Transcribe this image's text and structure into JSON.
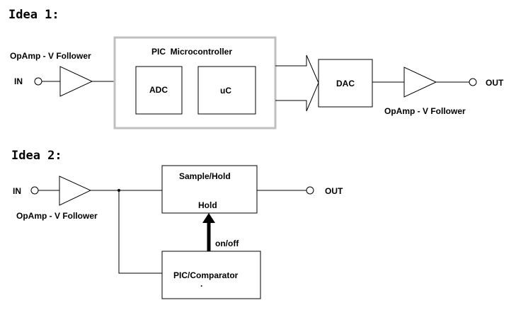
{
  "idea1": {
    "heading": "Idea 1:",
    "in_label": "IN",
    "out_label": "OUT",
    "opamp_in_label": "OpAmp - V Follower",
    "opamp_out_label": "OpAmp - V Follower",
    "pic_title": "PIC  Microcontroller",
    "adc_label": "ADC",
    "uc_label": "uC",
    "dac_label": "DAC"
  },
  "idea2": {
    "heading": "Idea 2:",
    "in_label": "IN",
    "out_label": "OUT",
    "opamp_label": "OpAmp - V Follower",
    "sample_hold_label": "Sample/Hold",
    "hold_label": "Hold",
    "control_label": "on/off",
    "comparator_label": "PIC/Comparator",
    "comparator_dot": "."
  },
  "colors": {
    "line": "#000000",
    "pic_border": "#c0c0c0",
    "background": "#ffffff"
  }
}
